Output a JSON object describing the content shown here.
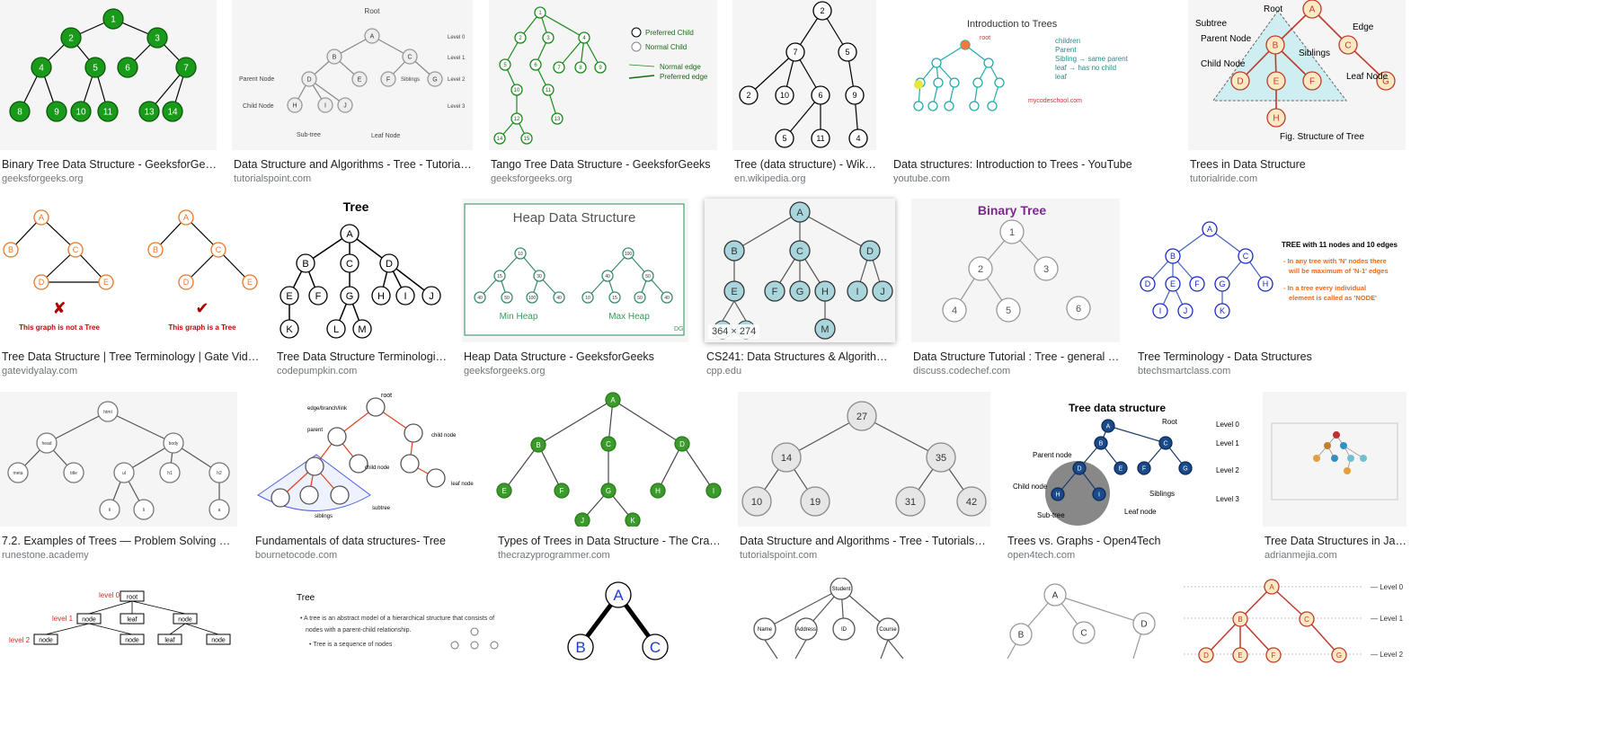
{
  "results": [
    {
      "id": "r1",
      "title": "Binary Tree Data Structure - GeeksforGeeks",
      "source": "geeksforgeeks.org",
      "art": "green-binary"
    },
    {
      "id": "r2",
      "title": "Data Structure and Algorithms - Tree - Tutorialspoint",
      "source": "tutorialspoint.com",
      "art": "tp-terminology",
      "labels": [
        "Root",
        "Level 0",
        "Level 1",
        "Level 2",
        "Level 3",
        "Parent Node",
        "Child Node",
        "Siblings",
        "Sub-tree",
        "Leaf Node",
        "A",
        "B",
        "C",
        "D",
        "E",
        "F",
        "G",
        "H",
        "I",
        "J"
      ]
    },
    {
      "id": "r3",
      "title": "Tango Tree Data Structure - GeeksforGeeks",
      "source": "geeksforgeeks.org",
      "art": "tango",
      "labels": [
        "Preferred Child",
        "Normal Child",
        "Normal edge",
        "Preferred edge"
      ]
    },
    {
      "id": "r4",
      "title": "Tree (data structure) - Wikipe...",
      "source": "en.wikipedia.org",
      "art": "wiki"
    },
    {
      "id": "r5",
      "title": "Data structures: Introduction to Trees - YouTube",
      "source": "youtube.com",
      "art": "mycodeschool",
      "labels": [
        "Introduction to Trees",
        "root",
        "children",
        "Parent",
        "Sibling → same parent",
        "leaf → has no child",
        "leaf",
        "mycodeschool.com"
      ]
    },
    {
      "id": "r6",
      "title": "Trees in Data Structure",
      "source": "tutorialride.com",
      "art": "tutorialride",
      "labels": [
        "Root",
        "Subtree",
        "Edge",
        "Parent Node",
        "Siblings",
        "Child Node",
        "Leaf Node",
        "Fig. Structure of Tree",
        "A",
        "B",
        "C",
        "D",
        "E",
        "F",
        "G",
        "H"
      ]
    },
    {
      "id": "r7",
      "title": "Tree Data Structure | Tree Terminology | Gate Vidyalay",
      "source": "gatevidyalay.com",
      "art": "gate",
      "labels": [
        "This graph is not a Tree",
        "This graph is a Tree",
        "A",
        "B",
        "C",
        "D",
        "E"
      ]
    },
    {
      "id": "r8",
      "title": "Tree Data Structure Terminologies -...",
      "source": "codepumpkin.com",
      "art": "codepumpkin",
      "labels": [
        "Tree",
        "A",
        "B",
        "C",
        "D",
        "E",
        "F",
        "G",
        "H",
        "I",
        "J",
        "K",
        "L",
        "M"
      ]
    },
    {
      "id": "r9",
      "title": "Heap Data Structure - GeeksforGeeks",
      "source": "geeksforgeeks.org",
      "art": "heap",
      "labels": [
        "Heap Data Structure",
        "Min Heap",
        "Max Heap",
        "DG"
      ]
    },
    {
      "id": "r10",
      "title": "CS241: Data Structures & Algorithms II",
      "source": "cpp.edu",
      "art": "cpp",
      "badge": "364 × 274",
      "labels": [
        "A",
        "B",
        "C",
        "D",
        "E",
        "F",
        "G",
        "H",
        "I",
        "J",
        "M"
      ]
    },
    {
      "id": "r11",
      "title": "Data Structure Tutorial : Tree - general - Cod...",
      "source": "discuss.codechef.com",
      "art": "codechef",
      "labels": [
        "Binary Tree",
        "1",
        "2",
        "3",
        "4",
        "5",
        "6"
      ]
    },
    {
      "id": "r12",
      "title": "Tree Terminology - Data Structures",
      "source": "btechsmartclass.com",
      "art": "btech",
      "labels": [
        "TREE with 11 nodes and 10 edges",
        "In any tree with 'N' nodes there will be maximum of 'N-1' edges",
        "In a tree every individual element is called as 'NODE'",
        "A",
        "B",
        "C",
        "D",
        "E",
        "F",
        "G",
        "H",
        "I",
        "J",
        "K"
      ]
    },
    {
      "id": "r13",
      "title": "7.2. Examples of Trees — Problem Solving with Al...",
      "source": "runestone.academy",
      "art": "runestone",
      "labels": [
        "html",
        "head",
        "body",
        "meta",
        "title",
        "ul",
        "h1",
        "h2",
        "li",
        "li",
        "a"
      ]
    },
    {
      "id": "r14",
      "title": "Fundamentals of data structures- Tree",
      "source": "bournetocode.com",
      "art": "bourne",
      "labels": [
        "root",
        "edge/branch/link",
        "parent",
        "child node",
        "child node",
        "leaf node",
        "siblings",
        "subtree"
      ]
    },
    {
      "id": "r15",
      "title": "Types of Trees in Data Structure - The Crazy Pr...",
      "source": "thecrazyprogrammer.com",
      "art": "crazy",
      "labels": [
        "A",
        "B",
        "C",
        "D",
        "E",
        "F",
        "G",
        "H",
        "I",
        "J",
        "K"
      ]
    },
    {
      "id": "r16",
      "title": "Data Structure and Algorithms - Tree - Tutorialspoint",
      "source": "tutorialspoint.com",
      "art": "tp-bst",
      "labels": [
        "27",
        "14",
        "35",
        "10",
        "19",
        "31",
        "42"
      ]
    },
    {
      "id": "r17",
      "title": "Trees vs. Graphs - Open4Tech",
      "source": "open4tech.com",
      "art": "open4tech",
      "labels": [
        "Tree data structure",
        "Root",
        "Level 0",
        "Level 1",
        "Level 2",
        "Level 3",
        "Parent node",
        "Child node",
        "Sub-tree",
        "Leaf node",
        "Siblings",
        "A",
        "B",
        "C",
        "D",
        "E",
        "F",
        "G",
        "H",
        "I"
      ]
    },
    {
      "id": "r18",
      "title": "Tree Data Structures in Java...",
      "source": "adrianmejia.com",
      "art": "adrian"
    },
    {
      "id": "r19",
      "title": "",
      "source": "",
      "art": "levels-box",
      "labels": [
        "level 0",
        "level 1",
        "level 2",
        "root",
        "node",
        "leaf",
        "node",
        "node",
        "node",
        "leaf",
        "node"
      ]
    },
    {
      "id": "r20",
      "title": "",
      "source": "",
      "art": "slide",
      "labels": [
        "Tree",
        "A tree is an abstract model of a hierarchical structure that consists of nodes with a parent-child relationship.",
        "Tree is a sequence of nodes"
      ]
    },
    {
      "id": "r21",
      "title": "",
      "source": "",
      "art": "bigab",
      "labels": [
        "A",
        "B",
        "C"
      ]
    },
    {
      "id": "r22",
      "title": "",
      "source": "",
      "art": "student",
      "labels": [
        "Student",
        "Name",
        "Address",
        "ID",
        "Course"
      ]
    },
    {
      "id": "r23",
      "title": "",
      "source": "",
      "art": "abcd",
      "labels": [
        "A",
        "B",
        "C",
        "D"
      ]
    },
    {
      "id": "r24",
      "title": "",
      "source": "",
      "art": "redlevels",
      "labels": [
        "A",
        "B",
        "C",
        "D",
        "E",
        "F",
        "G",
        "Level 0",
        "Level 1",
        "Level 2"
      ]
    }
  ]
}
